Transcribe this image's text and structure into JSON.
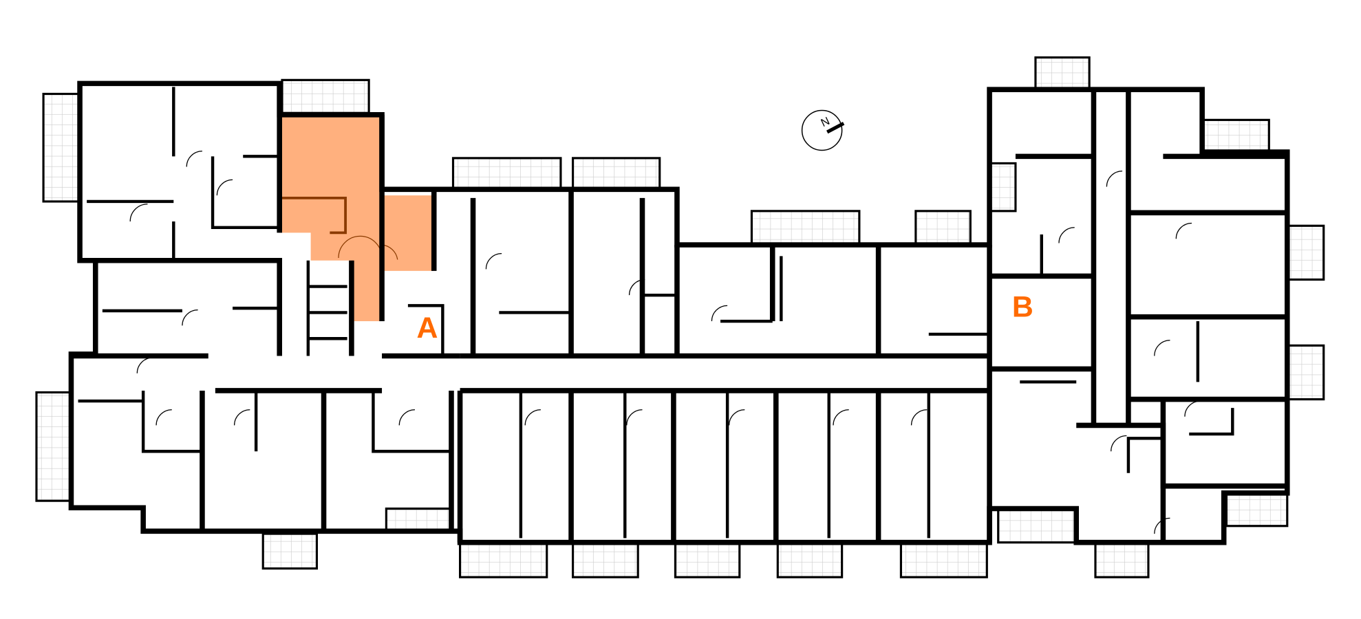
{
  "plan": {
    "building_labels": [
      {
        "id": "A",
        "text": "A"
      },
      {
        "id": "B",
        "text": "B"
      }
    ],
    "compass": {
      "text": "N"
    },
    "highlighted_unit": {
      "building": "A"
    }
  },
  "colors": {
    "highlight_fill": "#ffb07e",
    "highlight_wall": "#8a3a00",
    "label_color": "#ff6a00",
    "wall": "#000000"
  }
}
